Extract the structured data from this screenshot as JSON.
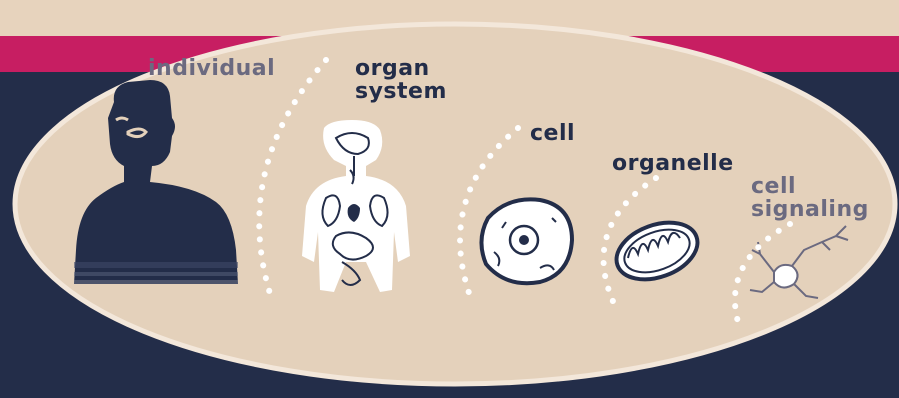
{
  "labels": {
    "individual": "individual",
    "organ_line1": "organ",
    "organ_line2": "system",
    "cell": "cell",
    "organelle": "organelle",
    "signaling_line1": "cell",
    "signaling_line2": "signaling"
  },
  "colors": {
    "background": "#232d49",
    "top_band": "#e7d3bd",
    "accent_band": "#c71e62",
    "ellipse": "#e4d1bb",
    "ink": "#232d49",
    "label_muted": "#6b6a80",
    "dots": "#ffffff"
  }
}
